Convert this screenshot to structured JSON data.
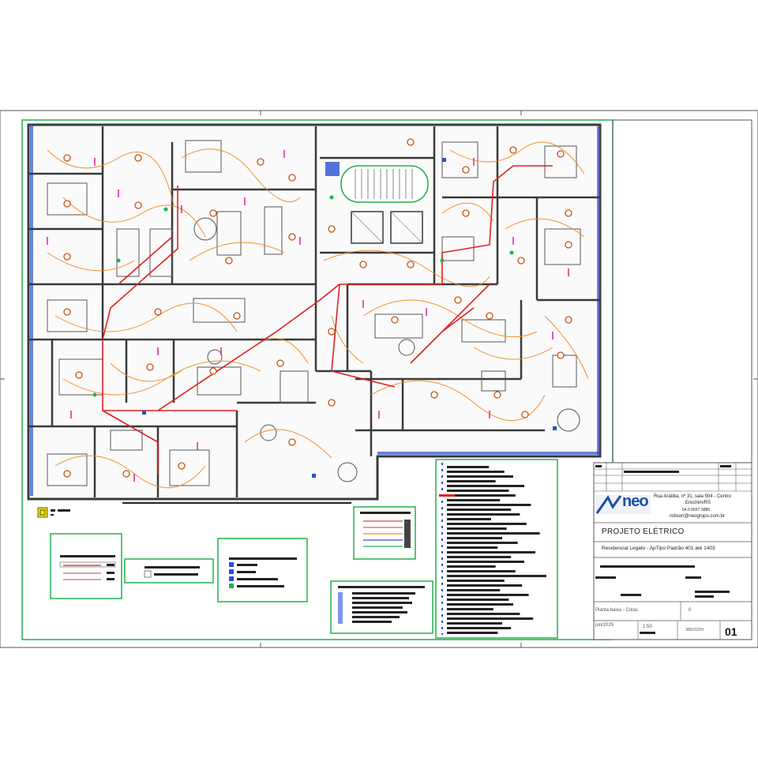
{
  "company": {
    "logo_text": "neo",
    "address": "Rua Aratiba, nº 31, sala 504 - Centro",
    "city": "Erechim/RS",
    "phone": "54.0 0037-3886",
    "email": "robson@neogrupo.com.br"
  },
  "title_block": {
    "project_type": "PROJETO ELÉTRICO",
    "project_name": "Residencial Legato - ApTipo Padrão 401 até 1403",
    "sheet_desc": "Planta baixa - Cotas",
    "revision": "0",
    "date": "jun/2025",
    "scale": "1:50",
    "voltage": "380/220V",
    "sheet_number": "01"
  },
  "colors": {
    "frame_green": "#22b14c",
    "wall": "#3a3a3a",
    "circuit_orange": "#f08a24",
    "circuit_red": "#e02020",
    "accent_magenta": "#e0209a",
    "accent_blue": "#2a4fd0",
    "logo_blue": "#1d4fa3"
  }
}
